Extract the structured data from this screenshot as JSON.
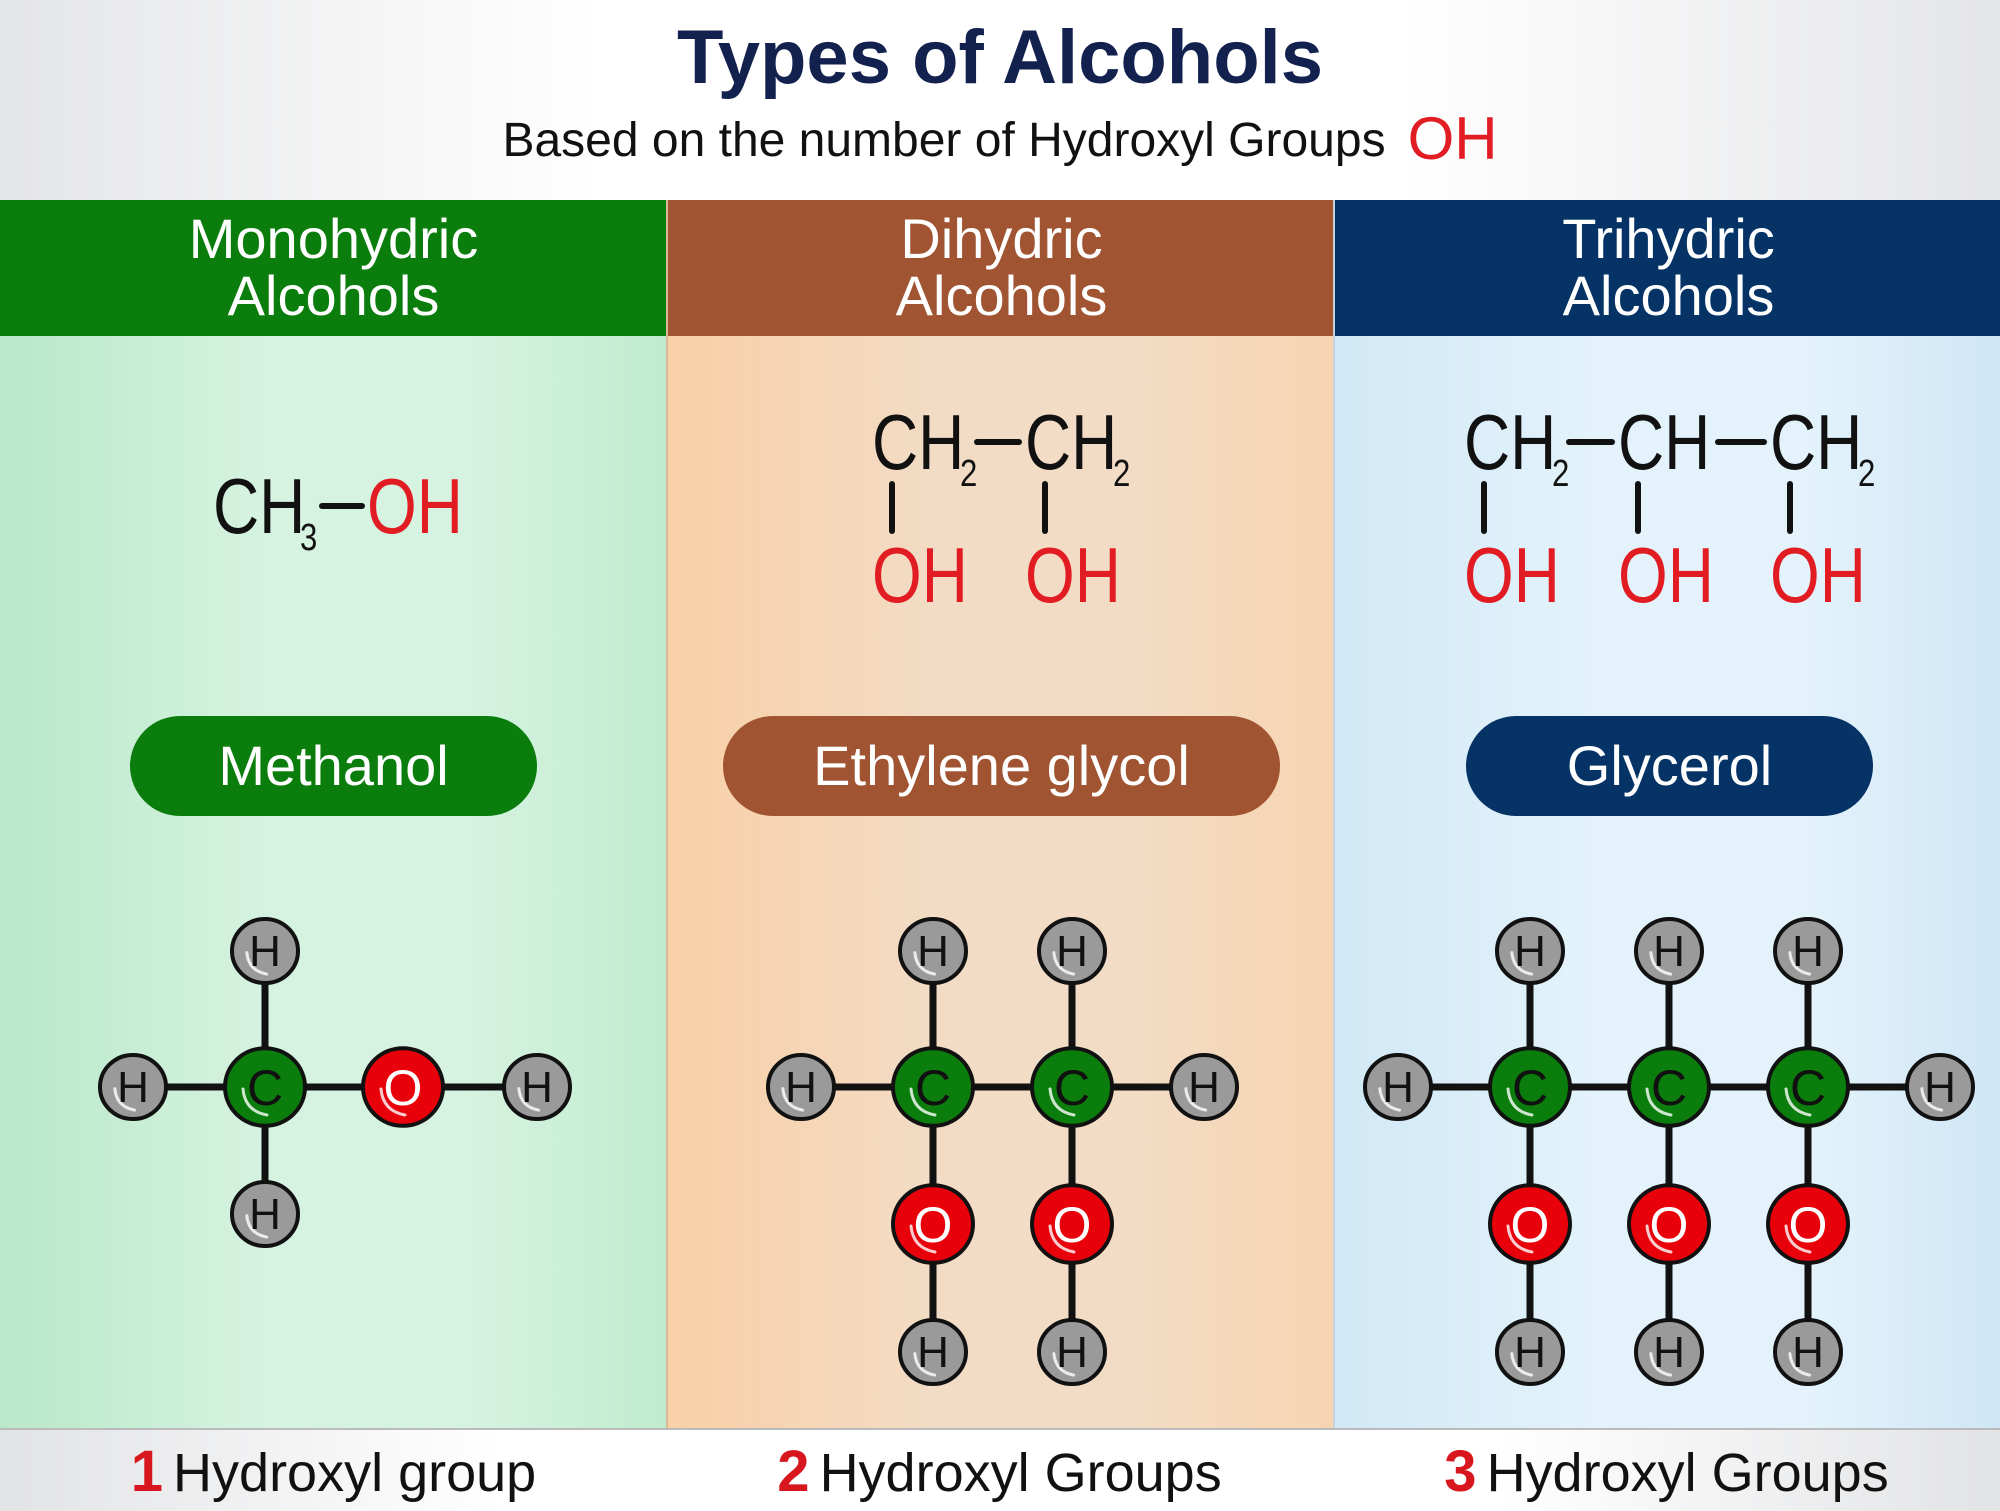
{
  "title": "Types of Alcohols",
  "subtitle": "Based on the number of Hydroxyl Groups",
  "subtitle_group": "OH",
  "colors": {
    "green": "#0b7d0c",
    "brown": "#a05431",
    "navy": "#053365",
    "red": "#e21c23",
    "hydrogen": "#9a9a9a",
    "carbon": "#0b7d0c",
    "oxygen": "#e8000b"
  },
  "columns": [
    {
      "header_line1": "Monohydric",
      "header_line2": "Alcohols",
      "formula": {
        "main": "CH",
        "sub": "3",
        "oh": "OH"
      },
      "name": "Methanol",
      "atoms": [
        "H",
        "H",
        "C",
        "O",
        "H",
        "H"
      ],
      "footer_count": "1",
      "footer_text": "Hydroxyl group"
    },
    {
      "header_line1": "Dihydric",
      "header_line2": "Alcohols",
      "formula": {
        "units": [
          {
            "main": "CH",
            "sub": "2",
            "oh": "OH"
          },
          {
            "main": "CH",
            "sub": "2",
            "oh": "OH"
          }
        ]
      },
      "name": "Ethylene glycol",
      "atoms": [
        "H",
        "C",
        "C",
        "H",
        "H",
        "H",
        "O",
        "O",
        "H",
        "H"
      ],
      "footer_count": "2",
      "footer_text": "Hydroxyl Groups"
    },
    {
      "header_line1": "Trihydric",
      "header_line2": "Alcohols",
      "formula": {
        "units": [
          {
            "main": "CH",
            "sub": "2",
            "oh": "OH"
          },
          {
            "main": "CH",
            "sub": "",
            "oh": "OH"
          },
          {
            "main": "CH",
            "sub": "2",
            "oh": "OH"
          }
        ]
      },
      "name": "Glycerol",
      "atoms": [
        "H",
        "C",
        "C",
        "C",
        "H",
        "H",
        "H",
        "H",
        "O",
        "O",
        "O",
        "H",
        "H",
        "H"
      ],
      "footer_count": "3",
      "footer_text": "Hydroxyl Groups"
    }
  ]
}
